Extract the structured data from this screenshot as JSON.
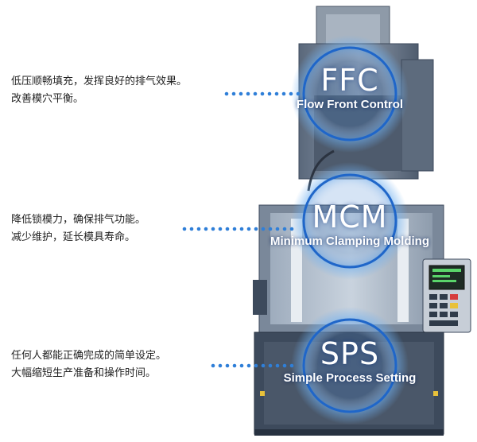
{
  "features": [
    {
      "abbr": "FFC",
      "full": "Flow Front Control",
      "lines": [
        "低压顺畅填充，发挥良好的排气效果。",
        "改善模穴平衡。"
      ]
    },
    {
      "abbr": "MCM",
      "full": "Minimum Clamping Molding",
      "lines": [
        "降低锁模力，确保排气功能。",
        "减少维护，延长模具寿命。"
      ]
    },
    {
      "abbr": "SPS",
      "full": "Simple Process Setting",
      "lines": [
        "任何人都能正确完成的简单设定。",
        "大幅缩短生产准备和操作时间。"
      ]
    }
  ],
  "colors": {
    "accent": "#2f7fd8",
    "machine_dark": "#3d4a5c",
    "machine_mid": "#6b7a8e",
    "machine_light": "#a8b4c2",
    "panel_screen": "#1e2b24"
  },
  "icons": [
    "dotted-leader",
    "control-panel",
    "injection-machine"
  ]
}
